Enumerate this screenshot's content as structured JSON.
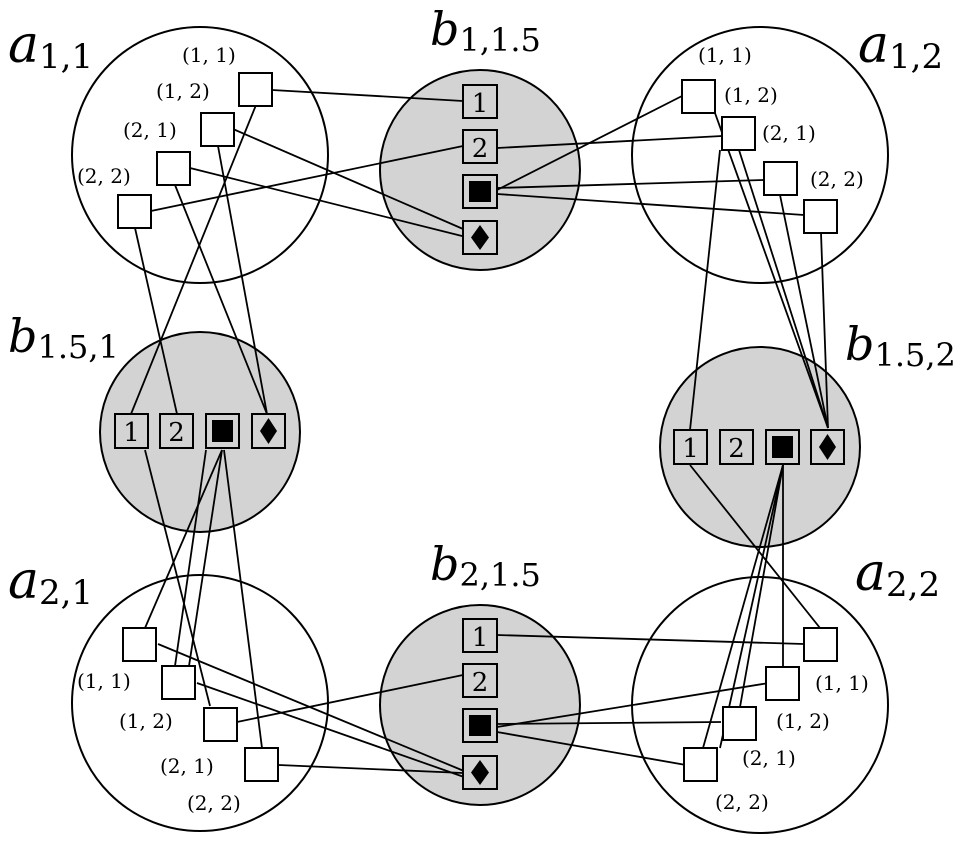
{
  "colors": {
    "line": "#000000",
    "a_fill": "#ffffff",
    "b_fill": "#d3d3d3",
    "slot_fill": "#d3d3d3",
    "box_fill": "#ffffff"
  },
  "nodes": {
    "a11": {
      "base": "a",
      "sub": "1,1"
    },
    "a12": {
      "base": "a",
      "sub": "1,2"
    },
    "a21": {
      "base": "a",
      "sub": "2,1"
    },
    "a22": {
      "base": "a",
      "sub": "2,2"
    },
    "b_1_15": {
      "base": "b",
      "sub": "1,1.5"
    },
    "b_15_1": {
      "base": "b",
      "sub": "1.5,1"
    },
    "b_15_2": {
      "base": "b",
      "sub": "1.5,2"
    },
    "b_2_15": {
      "base": "b",
      "sub": "2,1.5"
    }
  },
  "coord_labels": {
    "c11": "(1, 1)",
    "c12": "(1, 2)",
    "c21": "(2, 1)",
    "c22": "(2, 2)"
  },
  "slots": {
    "one": "1",
    "two": "2",
    "square_icon": "filled-square-icon",
    "diamond_icon": "filled-diamond-icon"
  }
}
